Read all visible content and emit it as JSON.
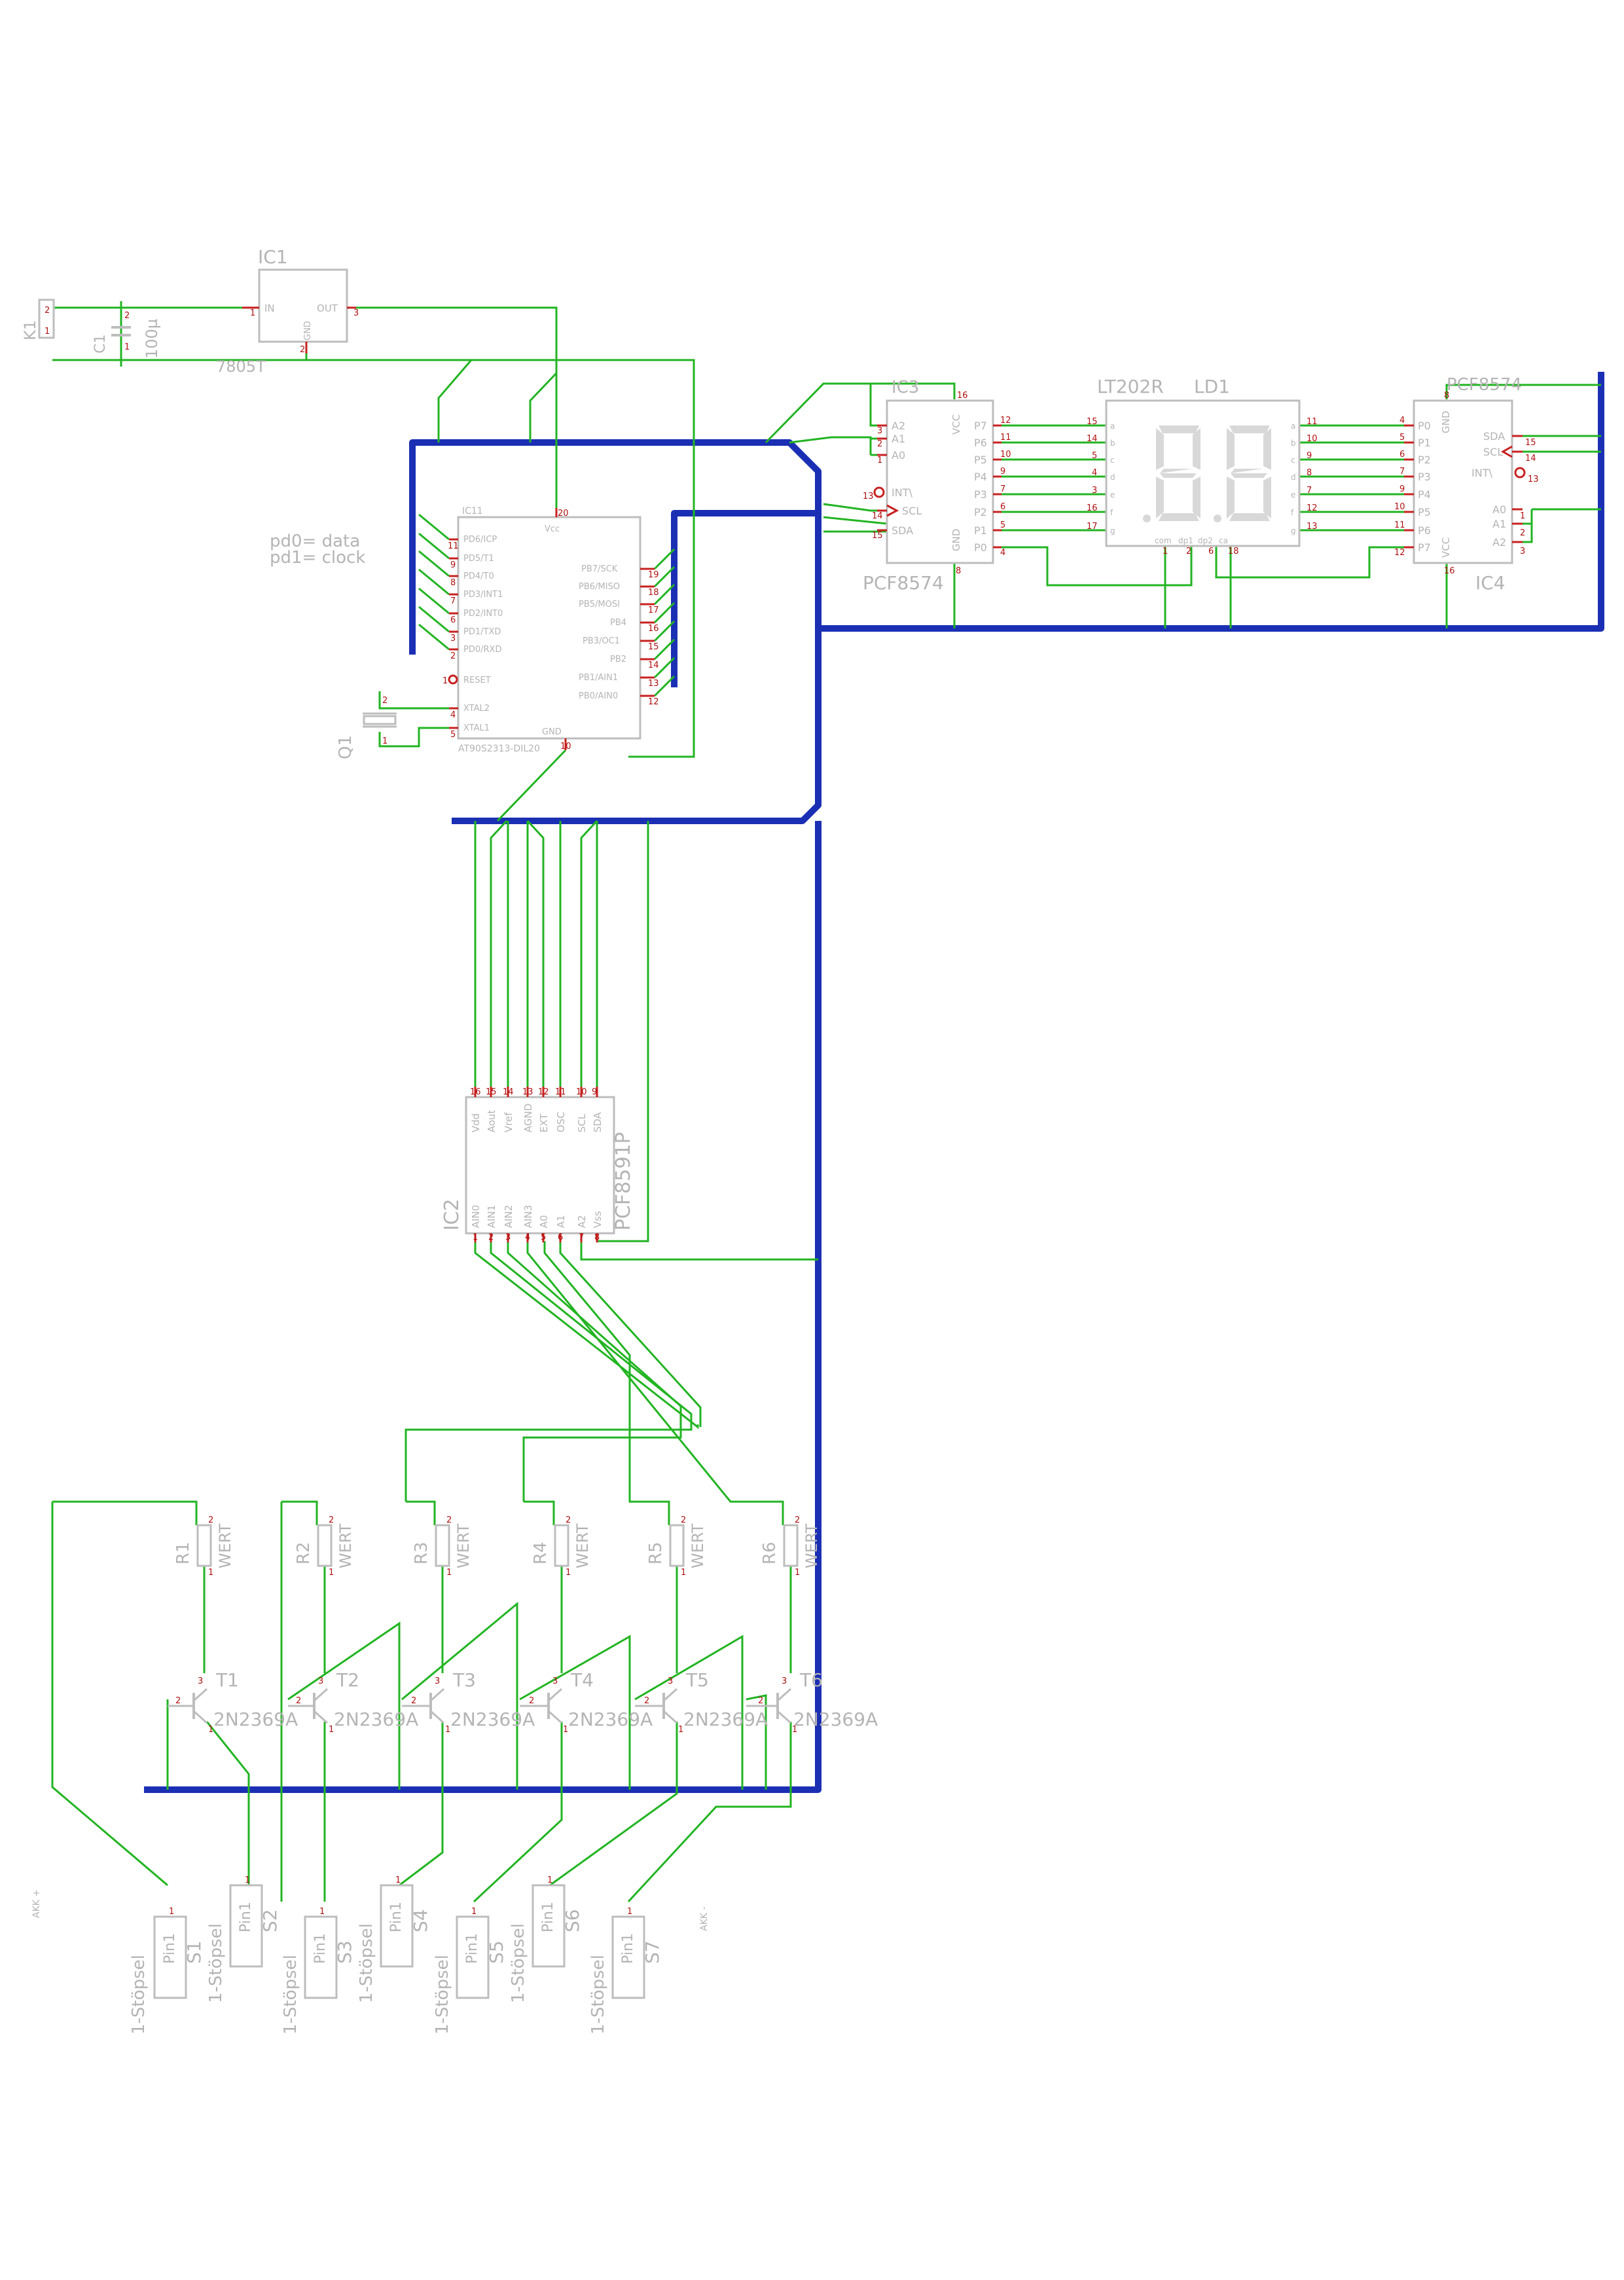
{
  "annotations": {
    "note_line1": "pd0= data",
    "note_line2": "pd1= clock",
    "akk_plus": "AKK +",
    "akk_minus": "AKK -"
  },
  "k1": {
    "name": "K1",
    "pins": [
      "2",
      "1"
    ]
  },
  "c1": {
    "name": "C1",
    "value": "100µ",
    "pins": [
      "2",
      "1"
    ]
  },
  "ic1": {
    "name": "IC1",
    "part": "7805T",
    "in": "IN",
    "out": "OUT",
    "gnd": "GND",
    "pin_in": "1",
    "pin_out": "3",
    "pin_gnd": "2"
  },
  "ic11": {
    "name": "IC11",
    "part": "AT90S2313-DIL20",
    "vcc": "Vcc",
    "gnd": "GND",
    "reset": "RESET",
    "xtal2": "XTAL2",
    "xtal1": "XTAL1",
    "pin_vcc": "20",
    "pin_gnd": "10",
    "pin_reset": "1",
    "pin_xtal2": "4",
    "pin_xtal1": "5",
    "left": [
      {
        "label": "PD6/ICP",
        "pin": "11"
      },
      {
        "label": "PD5/T1",
        "pin": "9"
      },
      {
        "label": "PD4/T0",
        "pin": "8"
      },
      {
        "label": "PD3/INT1",
        "pin": "7"
      },
      {
        "label": "PD2/INT0",
        "pin": "6"
      },
      {
        "label": "PD1/TXD",
        "pin": "3"
      },
      {
        "label": "PD0/RXD",
        "pin": "2"
      }
    ],
    "right": [
      {
        "label": "PB7/SCK",
        "pin": "19"
      },
      {
        "label": "PB6/MISO",
        "pin": "18"
      },
      {
        "label": "PB5/MOSI",
        "pin": "17"
      },
      {
        "label": "PB4",
        "pin": "16"
      },
      {
        "label": "PB3/OC1",
        "pin": "15"
      },
      {
        "label": "PB2",
        "pin": "14"
      },
      {
        "label": "PB1/AIN1",
        "pin": "13"
      },
      {
        "label": "PB0/AIN0",
        "pin": "12"
      }
    ]
  },
  "q1": {
    "name": "Q1",
    "pins": [
      "2",
      "1"
    ]
  },
  "ic3": {
    "name": "IC3",
    "part": "PCF8574",
    "vcc": "VCC",
    "gnd": "GND",
    "pin_vcc": "16",
    "pin_gnd": "8",
    "left": [
      {
        "label": "A2",
        "pin": "3"
      },
      {
        "label": "A1",
        "pin": "2"
      },
      {
        "label": "A0",
        "pin": "1"
      },
      {
        "label": "INT\\",
        "pin": "13"
      },
      {
        "label": "SCL",
        "pin": "14"
      },
      {
        "label": "SDA",
        "pin": "15"
      }
    ],
    "right": [
      {
        "label": "P7",
        "pin": "12"
      },
      {
        "label": "P6",
        "pin": "11"
      },
      {
        "label": "P5",
        "pin": "10"
      },
      {
        "label": "P4",
        "pin": "9"
      },
      {
        "label": "P3",
        "pin": "7"
      },
      {
        "label": "P2",
        "pin": "6"
      },
      {
        "label": "P1",
        "pin": "5"
      },
      {
        "label": "P0",
        "pin": "4"
      }
    ]
  },
  "ld1": {
    "name": "LD1",
    "part": "LT202R",
    "left_pins": [
      "15",
      "14",
      "5",
      "4",
      "3",
      "16",
      "17"
    ],
    "right_pins": [
      "11",
      "10",
      "9",
      "8",
      "7",
      "12",
      "13"
    ],
    "left_seg": [
      "a",
      "b",
      "c",
      "d",
      "e",
      "f",
      "g"
    ],
    "right_seg": [
      "a",
      "b",
      "c",
      "d",
      "e",
      "f",
      "g"
    ],
    "bottom_pins": [
      "1",
      "2",
      "6",
      "18"
    ],
    "bottom_labels": [
      "com",
      "dp1",
      "dp2",
      "ca"
    ]
  },
  "ic4": {
    "name": "IC4",
    "part": "PCF8574",
    "gnd": "GND",
    "vcc": "VCC",
    "pin_gnd": "8",
    "pin_vcc": "16",
    "left": [
      {
        "label": "P0",
        "pin": "4"
      },
      {
        "label": "P1",
        "pin": "5"
      },
      {
        "label": "P2",
        "pin": "6"
      },
      {
        "label": "P3",
        "pin": "7"
      },
      {
        "label": "P4",
        "pin": "9"
      },
      {
        "label": "P5",
        "pin": "10"
      },
      {
        "label": "P6",
        "pin": "11"
      },
      {
        "label": "P7",
        "pin": "12"
      }
    ],
    "right": [
      {
        "label": "SDA",
        "pin": "15"
      },
      {
        "label": "SCL",
        "pin": "14"
      },
      {
        "label": "INT\\",
        "pin": "13"
      },
      {
        "label": "A0",
        "pin": "1"
      },
      {
        "label": "A1",
        "pin": "2"
      },
      {
        "label": "A2",
        "pin": "3"
      }
    ]
  },
  "ic2": {
    "name": "IC2",
    "part": "PCF8591P",
    "top": [
      {
        "label": "Vdd",
        "pin": "16"
      },
      {
        "label": "Aout",
        "pin": "15"
      },
      {
        "label": "Vref",
        "pin": "14"
      },
      {
        "label": "AGND",
        "pin": "13"
      },
      {
        "label": "EXT",
        "pin": "12"
      },
      {
        "label": "OSC",
        "pin": "11"
      },
      {
        "label": "SCL",
        "pin": "10"
      },
      {
        "label": "SDA",
        "pin": "9"
      }
    ],
    "bottom": [
      {
        "label": "AIN0",
        "pin": "1"
      },
      {
        "label": "AIN1",
        "pin": "2"
      },
      {
        "label": "AIN2",
        "pin": "3"
      },
      {
        "label": "AIN3",
        "pin": "4"
      },
      {
        "label": "A0",
        "pin": "5"
      },
      {
        "label": "A1",
        "pin": "6"
      },
      {
        "label": "A2",
        "pin": "7"
      },
      {
        "label": "Vss",
        "pin": "8"
      }
    ]
  },
  "resistors": [
    {
      "name": "R1",
      "value": "WERT",
      "pin_top": "2",
      "pin_bottom": "1"
    },
    {
      "name": "R2",
      "value": "WERT",
      "pin_top": "2",
      "pin_bottom": "1"
    },
    {
      "name": "R3",
      "value": "WERT",
      "pin_top": "2",
      "pin_bottom": "1"
    },
    {
      "name": "R4",
      "value": "WERT",
      "pin_top": "2",
      "pin_bottom": "1"
    },
    {
      "name": "R5",
      "value": "WERT",
      "pin_top": "2",
      "pin_bottom": "1"
    },
    {
      "name": "R6",
      "value": "WERT",
      "pin_top": "2",
      "pin_bottom": "1"
    }
  ],
  "transistors": [
    {
      "name": "T1",
      "part": "2N2369A",
      "pins": [
        "3",
        "2",
        "1"
      ]
    },
    {
      "name": "T2",
      "part": "2N2369A",
      "pins": [
        "3",
        "2",
        "1"
      ]
    },
    {
      "name": "T3",
      "part": "2N2369A",
      "pins": [
        "3",
        "2",
        "1"
      ]
    },
    {
      "name": "T4",
      "part": "2N2369A",
      "pins": [
        "3",
        "2",
        "1"
      ]
    },
    {
      "name": "T5",
      "part": "2N2369A",
      "pins": [
        "3",
        "2",
        "1"
      ]
    },
    {
      "name": "T6",
      "part": "2N2369A",
      "pins": [
        "3",
        "2",
        "1"
      ]
    }
  ],
  "sockets": [
    {
      "name": "S1",
      "label": "Pin1",
      "kind": "1-Stöpsel",
      "pin": "1"
    },
    {
      "name": "S2",
      "label": "Pin1",
      "kind": "1-Stöpsel",
      "pin": "1"
    },
    {
      "name": "S3",
      "label": "Pin1",
      "kind": "1-Stöpsel",
      "pin": "1"
    },
    {
      "name": "S4",
      "label": "Pin1",
      "kind": "1-Stöpsel",
      "pin": "1"
    },
    {
      "name": "S5",
      "label": "Pin1",
      "kind": "1-Stöpsel",
      "pin": "1"
    },
    {
      "name": "S6",
      "label": "Pin1",
      "kind": "1-Stöpsel",
      "pin": "1"
    },
    {
      "name": "S7",
      "label": "Pin1",
      "kind": "1-Stöpsel",
      "pin": "1"
    }
  ]
}
